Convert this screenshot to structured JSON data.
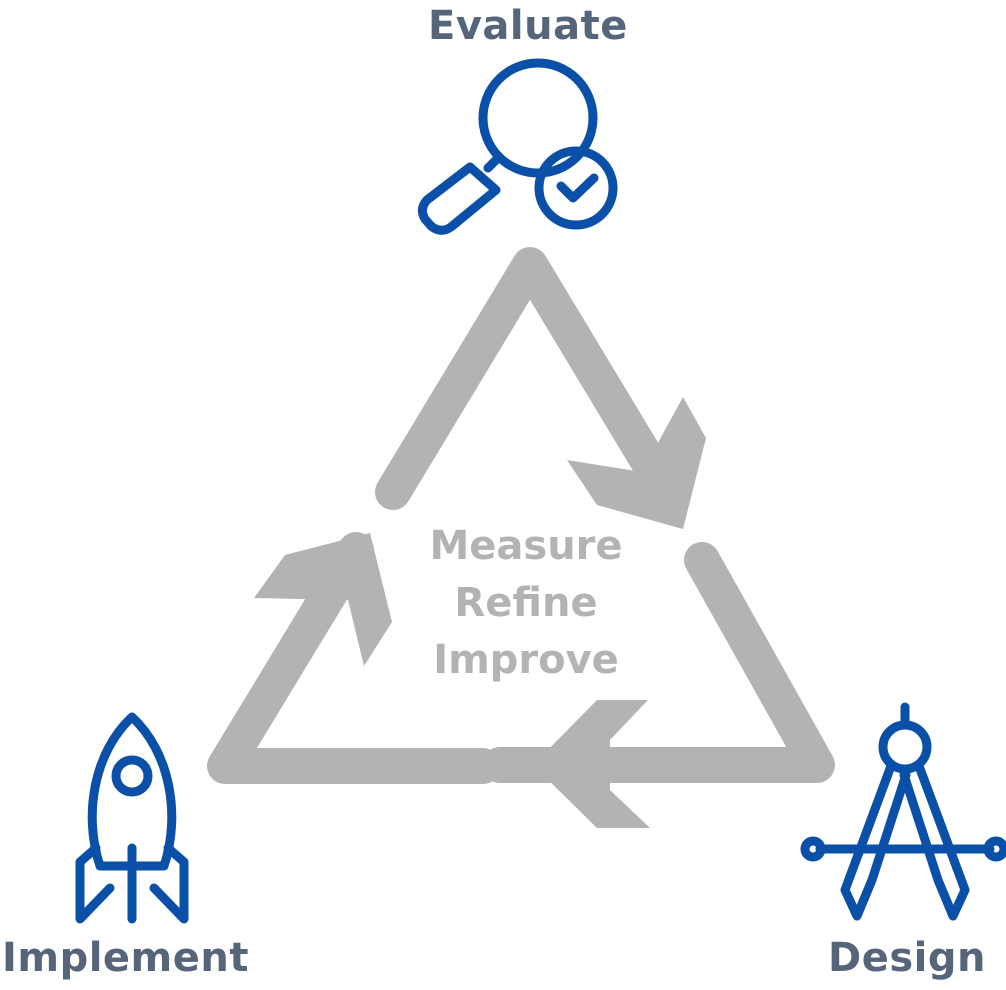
{
  "stages": {
    "evaluate": {
      "label": "Evaluate",
      "icon": "magnifier-check-icon"
    },
    "design": {
      "label": "Design",
      "icon": "drafting-compass-icon"
    },
    "implement": {
      "label": "Implement",
      "icon": "rocket-icon"
    }
  },
  "center": {
    "line1": "Measure",
    "line2": "Refine",
    "line3": "Improve"
  },
  "colors": {
    "label": "#56657a",
    "icon": "#0a4fa8",
    "cycle": "#b3b3b3"
  }
}
